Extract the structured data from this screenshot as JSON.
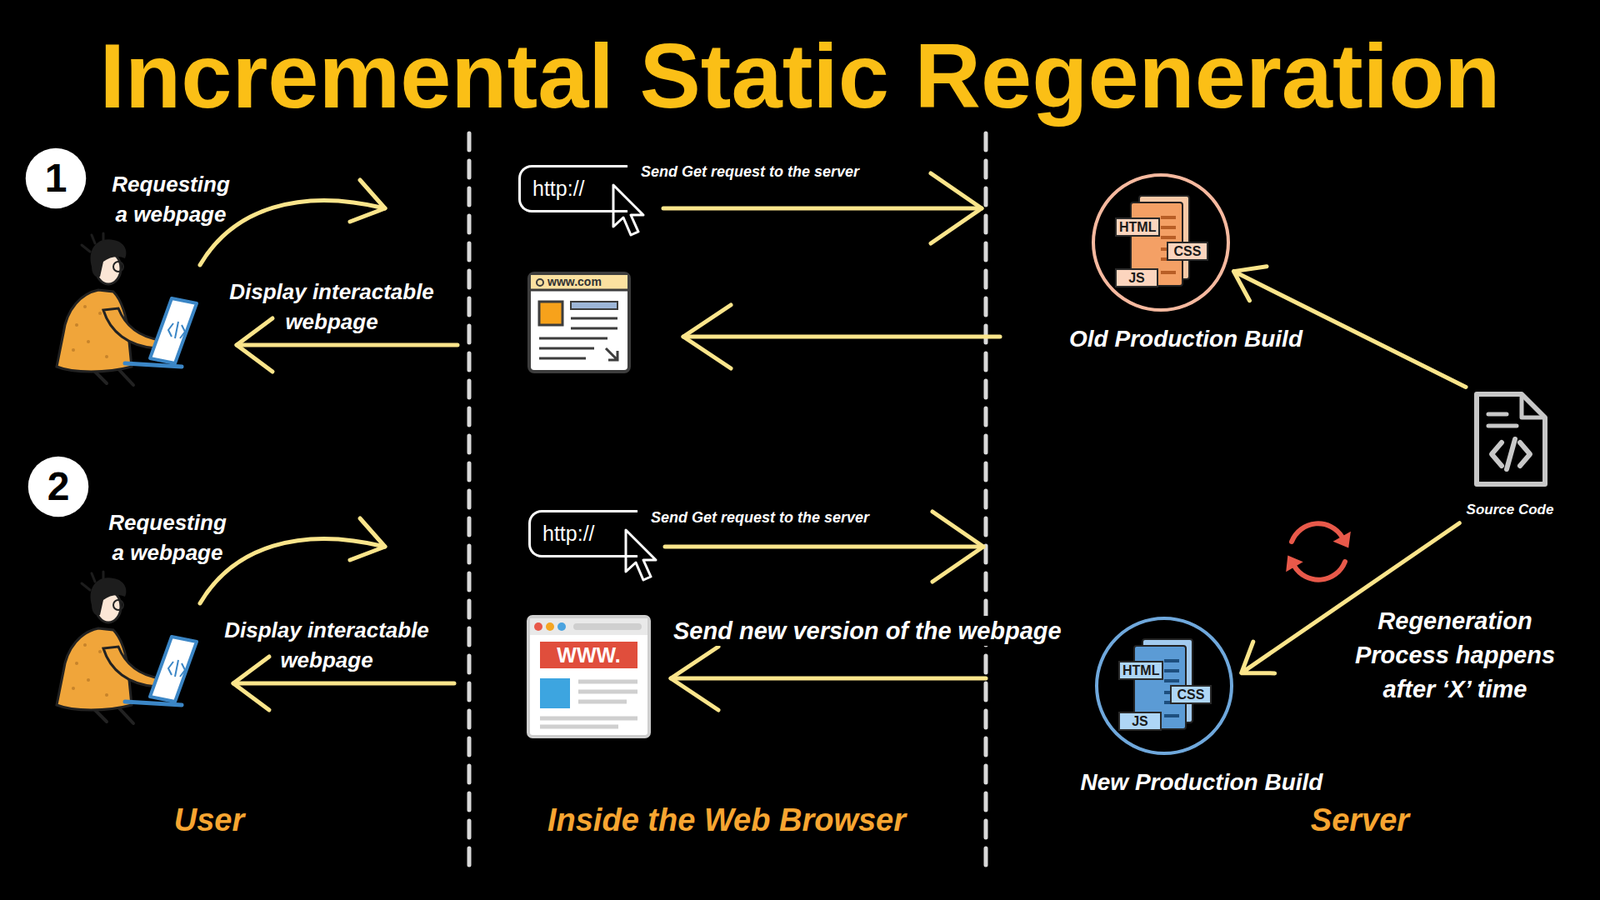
{
  "diagram": {
    "title": "Incremental Static Regeneration",
    "nodes": [
      {
        "text": [
          "1"
        ]
      },
      {
        "text": [
          "http://"
        ]
      },
      {
        "text": [
          "www.com"
        ]
      },
      {
        "text": [
          "Old Production Build"
        ]
      },
      {
        "text": [
          "HTML"
        ],
        "in": 3
      },
      {
        "text": [
          "CSS"
        ],
        "in": 3
      },
      {
        "text": [
          "JS"
        ],
        "in": 3
      },
      {
        "text": [
          "Source Code"
        ]
      },
      {
        "text": [
          "2"
        ]
      },
      {
        "text": [
          "http://"
        ]
      },
      {
        "text": [
          "WWW."
        ]
      },
      {
        "text": [
          "New Production Build"
        ]
      },
      {
        "text": [
          "HTML"
        ],
        "in": 11
      },
      {
        "text": [
          "CSS"
        ],
        "in": 11
      },
      {
        "text": [
          "JS"
        ],
        "in": 11
      }
    ],
    "edges": [
      {
        "from": 7,
        "to": 3,
        "arrow": "to"
      },
      {
        "from": 7,
        "to": 11,
        "arrow": "to"
      }
    ],
    "labels": [
      "Requesting a webpage",
      "Display interactable webpage",
      "Send Get request to the server",
      "Requesting a webpage",
      "Display interactable webpage",
      "Send Get request to the server",
      "Send new version of the webpage",
      "Regeneration Process happens after ‘X’ time",
      "User",
      "Inside the Web Browser",
      "Server"
    ]
  }
}
